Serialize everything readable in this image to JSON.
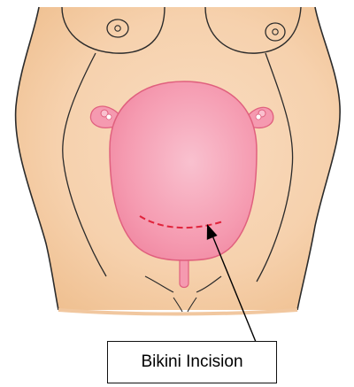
{
  "label": {
    "text": "Bikini Incision"
  },
  "colors": {
    "skin": "#f6d1ad",
    "skin_shade": "#efc192",
    "outline": "#2b2b2b",
    "uterus": "#f595ad",
    "uterus_highlight": "#f9c1cf",
    "uterus_outline": "#e0607e",
    "incision": "#e0243c",
    "arrow": "#000000"
  },
  "icons": [
    "torso-outline",
    "uterus-illustration",
    "ovary-icon",
    "incision-line",
    "pointer-arrow"
  ]
}
